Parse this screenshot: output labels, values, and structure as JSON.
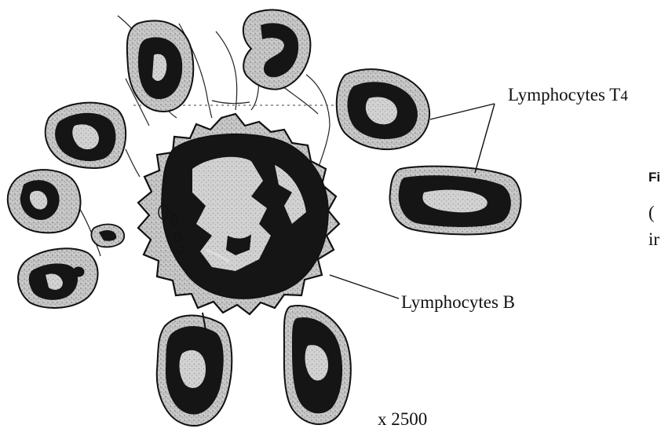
{
  "labels": {
    "t4_label": "Lymphocytes T",
    "t4_subscript": "4",
    "b_label": "Lymphocytes B",
    "magnification": "x 2500"
  },
  "cutoff_text": {
    "fig_fragment": "Fi",
    "line1_fragment": "(",
    "line2_fragment": "ir"
  },
  "colors": {
    "ink": "#111111",
    "cytoplasm_stipple": "#b9b9b9",
    "nucleus": "#151515",
    "background": "#ffffff"
  }
}
